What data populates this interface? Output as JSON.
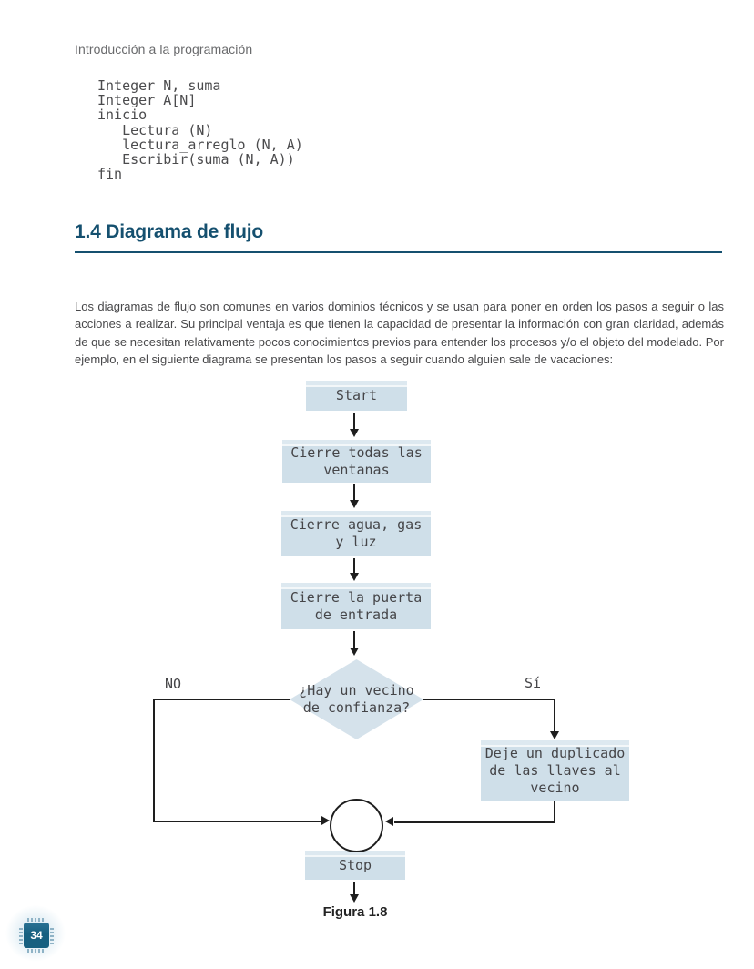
{
  "page": {
    "running_header": "Introducción a la programación",
    "page_number": "34"
  },
  "code_block": {
    "lines": [
      "Integer N, suma",
      "Integer A[N]",
      "inicio",
      "   Lectura (N)",
      "   lectura_arreglo (N, A)",
      "   Escribir(suma (N, A))",
      "fin"
    ]
  },
  "section": {
    "heading": "1.4 Diagrama de flujo",
    "paragraph": "Los diagramas de flujo son comunes en varios dominios técnicos y se usan para poner en orden los pasos a seguir o las acciones a realizar. Su principal ventaja es que tienen la capacidad de presentar la información con gran claridad, además de que se necesitan relativamente pocos conocimientos previos para entender los procesos y/o el objeto del modelado. Por ejemplo, en el siguiente diagrama se presentan los pasos a seguir cuando alguien sale de vacaciones:"
  },
  "flowchart": {
    "start": "Start",
    "close_windows": "Cierre todas las\nventanas",
    "close_utilities": "Cierre agua, gas\ny luz",
    "close_door": "Cierre la puerta\nde entrada",
    "decision": "¿Hay un vecino\nde confianza?",
    "branch_no": "NO",
    "branch_yes": "Sí",
    "leave_keys": "Deje un duplicado\nde las llaves al\nvecino",
    "stop": "Stop",
    "caption": "Figura 1.8"
  },
  "colors": {
    "accent_heading": "#15506f",
    "node_fill": "#cfdfe9",
    "node_fill_light": "#d5e2eb",
    "chip_fill": "#176080",
    "line_color": "#1e1e1e"
  }
}
